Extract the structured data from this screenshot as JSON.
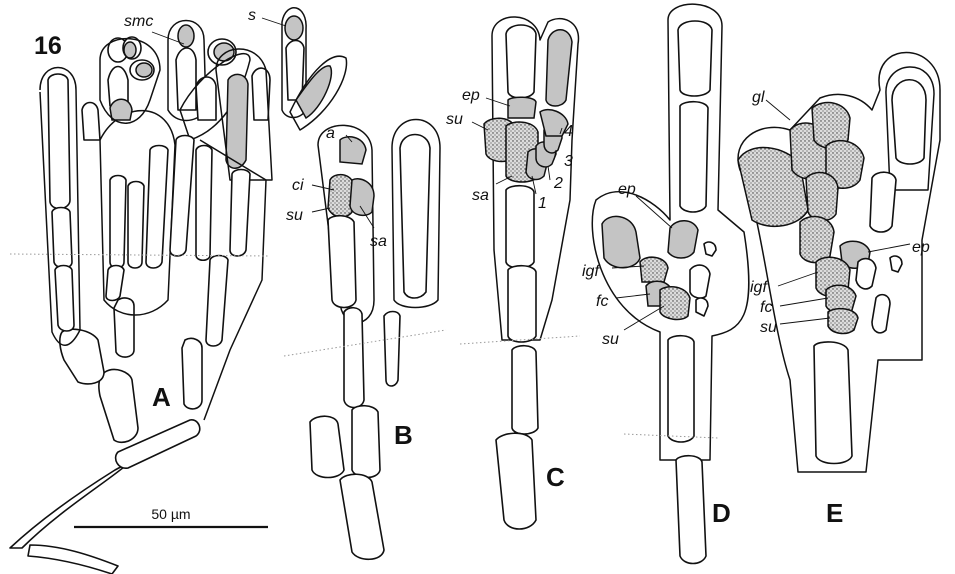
{
  "figure_number": "16",
  "panels": [
    "A",
    "B",
    "C",
    "D",
    "E"
  ],
  "scale_bar": "50 µm",
  "labels": {
    "smc": "smc",
    "s": "s",
    "a": "a",
    "ci": "ci",
    "su": "su",
    "sa": "sa",
    "ep": "ep",
    "n1": "1",
    "n2": "2",
    "n3": "3",
    "n4": "4",
    "igf": "igf",
    "fc": "fc",
    "gl": "gl"
  },
  "colors": {
    "line": "#111111",
    "shaded_cell": "#c4c4c4",
    "background": "#ffffff"
  }
}
